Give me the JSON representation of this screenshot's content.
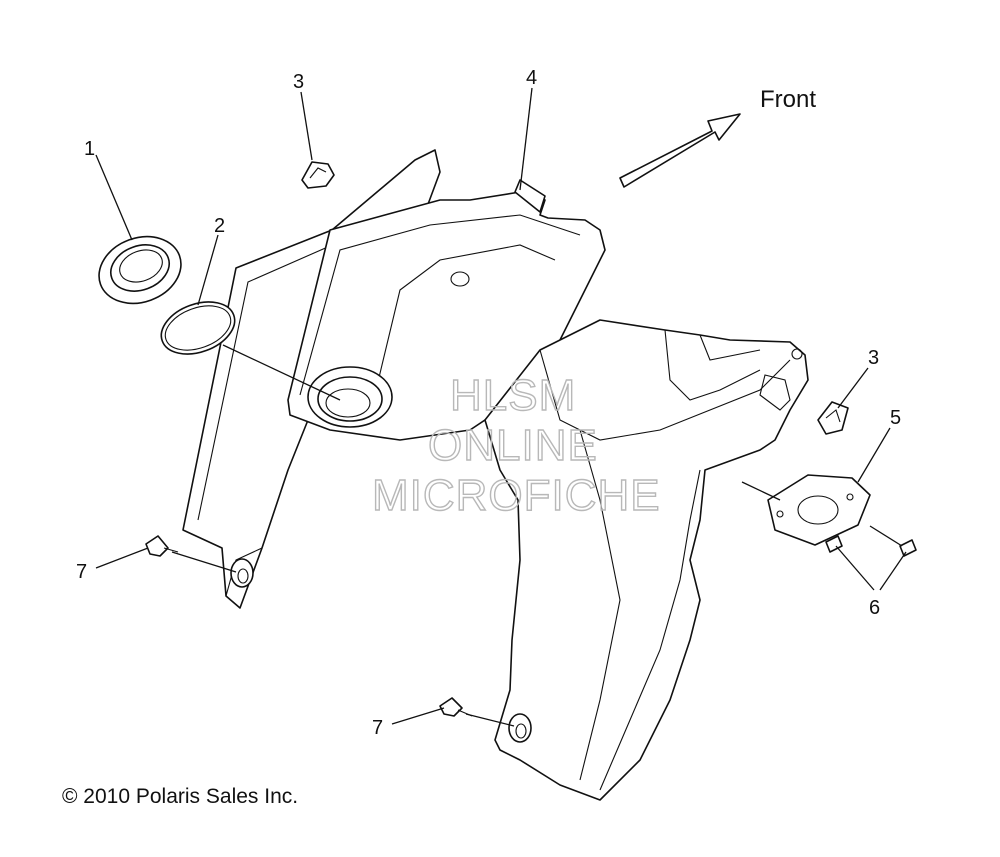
{
  "diagram": {
    "callouts": [
      {
        "id": "c1",
        "label": "1"
      },
      {
        "id": "c2",
        "label": "2"
      },
      {
        "id": "c3a",
        "label": "3"
      },
      {
        "id": "c4",
        "label": "4"
      },
      {
        "id": "c3b",
        "label": "3"
      },
      {
        "id": "c5",
        "label": "5"
      },
      {
        "id": "c6",
        "label": "6"
      },
      {
        "id": "c7a",
        "label": "7"
      },
      {
        "id": "c7b",
        "label": "7"
      }
    ],
    "direction_label": "Front",
    "watermark": [
      "HLSM",
      "ONLINE",
      "MICROFICHE"
    ],
    "copyright": "© 2010 Polaris Sales Inc."
  }
}
